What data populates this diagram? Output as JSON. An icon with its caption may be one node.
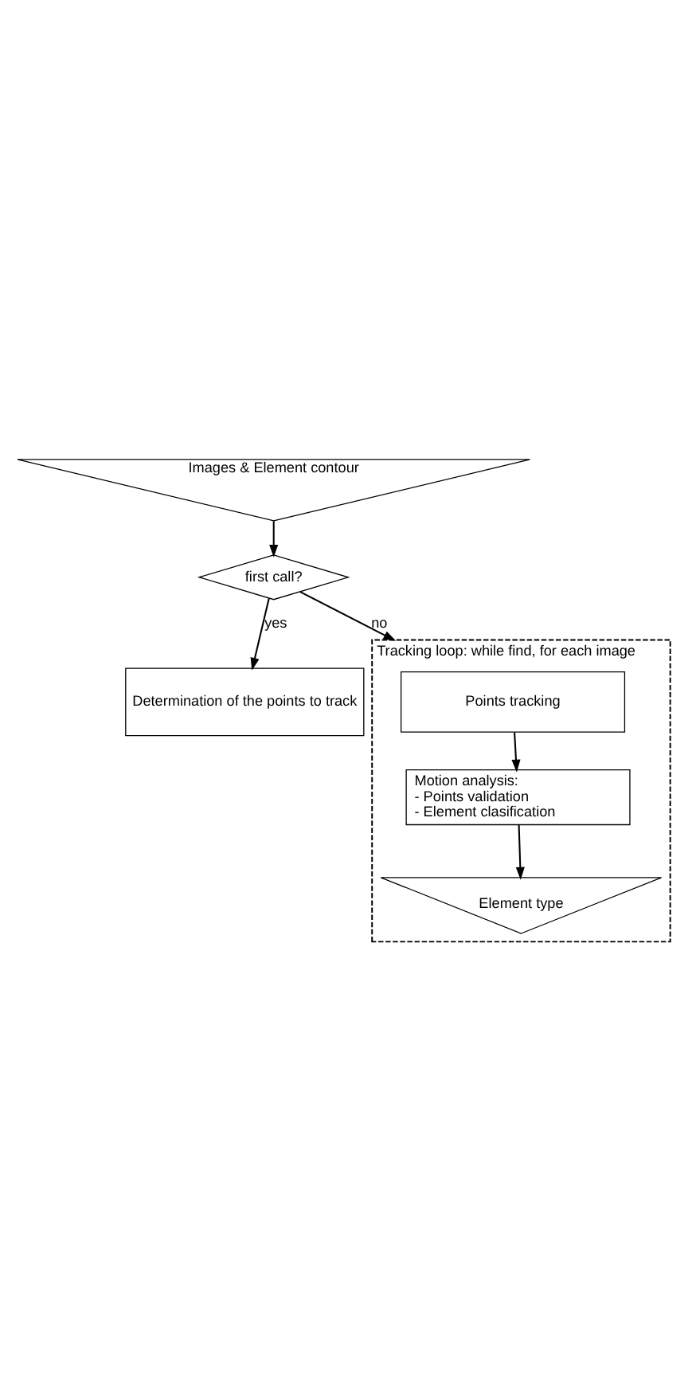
{
  "diagram": {
    "nodes": [
      {
        "text": [
          "Images & Element contour"
        ]
      },
      {
        "text": [
          "first call?"
        ]
      },
      {
        "text": [
          "Determination of the points to track"
        ]
      },
      {
        "text": [
          "Tracking loop: while find, for each image"
        ]
      },
      {
        "text": [
          "Points tracking"
        ],
        "in": 3
      },
      {
        "text": [
          "Motion analysis:",
          "- Points validation",
          "- Element clasification"
        ],
        "in": 3
      },
      {
        "text": [
          "Element type"
        ],
        "in": 3
      }
    ],
    "edges": [
      {
        "from": 0,
        "to": 1,
        "arrow": "to"
      },
      {
        "from": 1,
        "to": 2,
        "arrow": "to",
        "label": "yes"
      },
      {
        "from": 1,
        "to": 3,
        "arrow": "to",
        "label": "no"
      },
      {
        "from": 4,
        "to": 5,
        "arrow": "to"
      },
      {
        "from": 5,
        "to": 6,
        "arrow": "to"
      }
    ]
  }
}
